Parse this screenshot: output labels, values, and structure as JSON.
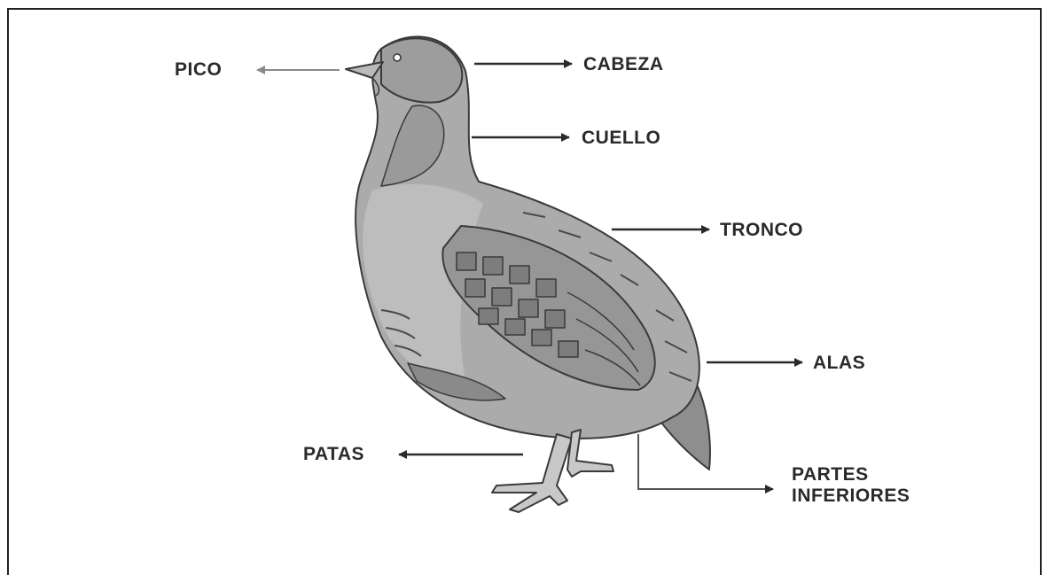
{
  "diagram": {
    "labels": {
      "pico": "PICO",
      "cabeza": "CABEZA",
      "cuello": "CUELLO",
      "tronco": "TRONCO",
      "alas": "ALAS",
      "patas": "PATAS",
      "partes_line1": "PARTES",
      "partes_line2": "INFERIORES"
    },
    "colors": {
      "bird_body": "#a9a9a9",
      "bird_dark": "#7d7d7d",
      "bird_light": "#c4c4c4",
      "outline": "#3a3a3a",
      "arrow": "#2a2a2a",
      "pico_arrow": "#8a8a8a"
    }
  }
}
